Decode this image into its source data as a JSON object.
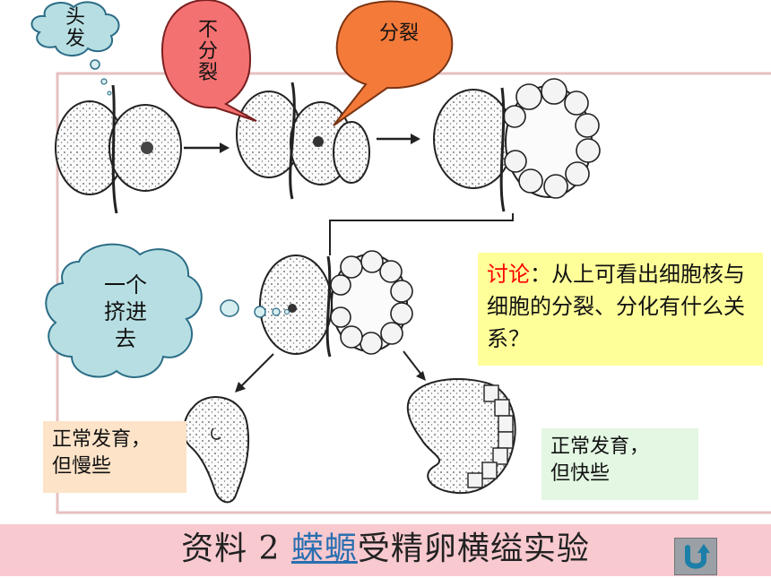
{
  "bubbles": {
    "head_lines": [
      "头",
      "发"
    ],
    "no_split_lines": [
      "不",
      "分",
      "裂"
    ],
    "split": "分裂",
    "squeeze_lines": [
      "一个",
      "挤进",
      "去"
    ]
  },
  "discussion": {
    "label": "讨论",
    "text": "：从上可看出细胞核与细胞的分裂、分化有什么关系？"
  },
  "outcomes": {
    "slow_lines": [
      "正常发育，",
      "但慢些"
    ],
    "fast_lines": [
      "正常发育，",
      "但快些"
    ]
  },
  "caption": {
    "prefix": "资料 2 ",
    "link": "蝾螈",
    "suffix": "受精卵横缢实验"
  },
  "colors": {
    "no_split_bubble": "#f47171",
    "split_bubble": "#f47a3a",
    "cloud": "#b7dfe3",
    "discussion_bg": "#ffff99",
    "discussion_label": "#ff0000",
    "caption_bar": "#f8c9cf"
  },
  "icons": {
    "return": "return-arrow-icon"
  }
}
